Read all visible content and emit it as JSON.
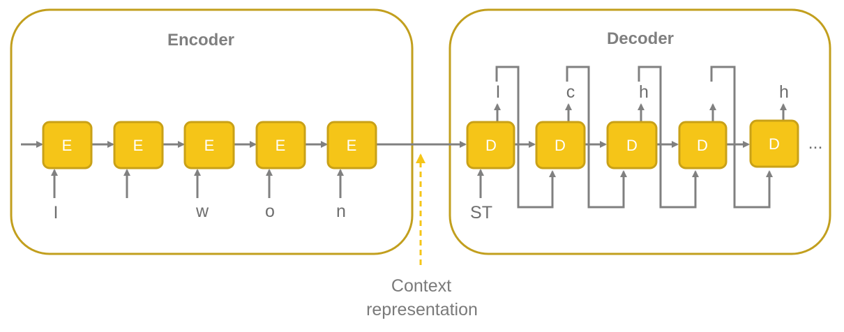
{
  "encoder": {
    "title": "Encoder",
    "cells": [
      {
        "label": "E",
        "input": "I"
      },
      {
        "label": "E",
        "input": ""
      },
      {
        "label": "E",
        "input": "w"
      },
      {
        "label": "E",
        "input": "o"
      },
      {
        "label": "E",
        "input": "n"
      }
    ]
  },
  "decoder": {
    "title": "Decoder",
    "start_token": "ST",
    "cells": [
      {
        "label": "D",
        "output": "I"
      },
      {
        "label": "D",
        "output": "c"
      },
      {
        "label": "D",
        "output": "h"
      },
      {
        "label": "D",
        "output": ""
      },
      {
        "label": "D",
        "output": "h"
      }
    ],
    "continuation": "..."
  },
  "context": {
    "line1": "Context",
    "line2": "representation"
  },
  "colors": {
    "panel_border": "#c29f1e",
    "cell_fill": "#f5c518",
    "wire": "#808080",
    "text": "#7f7f7f"
  }
}
